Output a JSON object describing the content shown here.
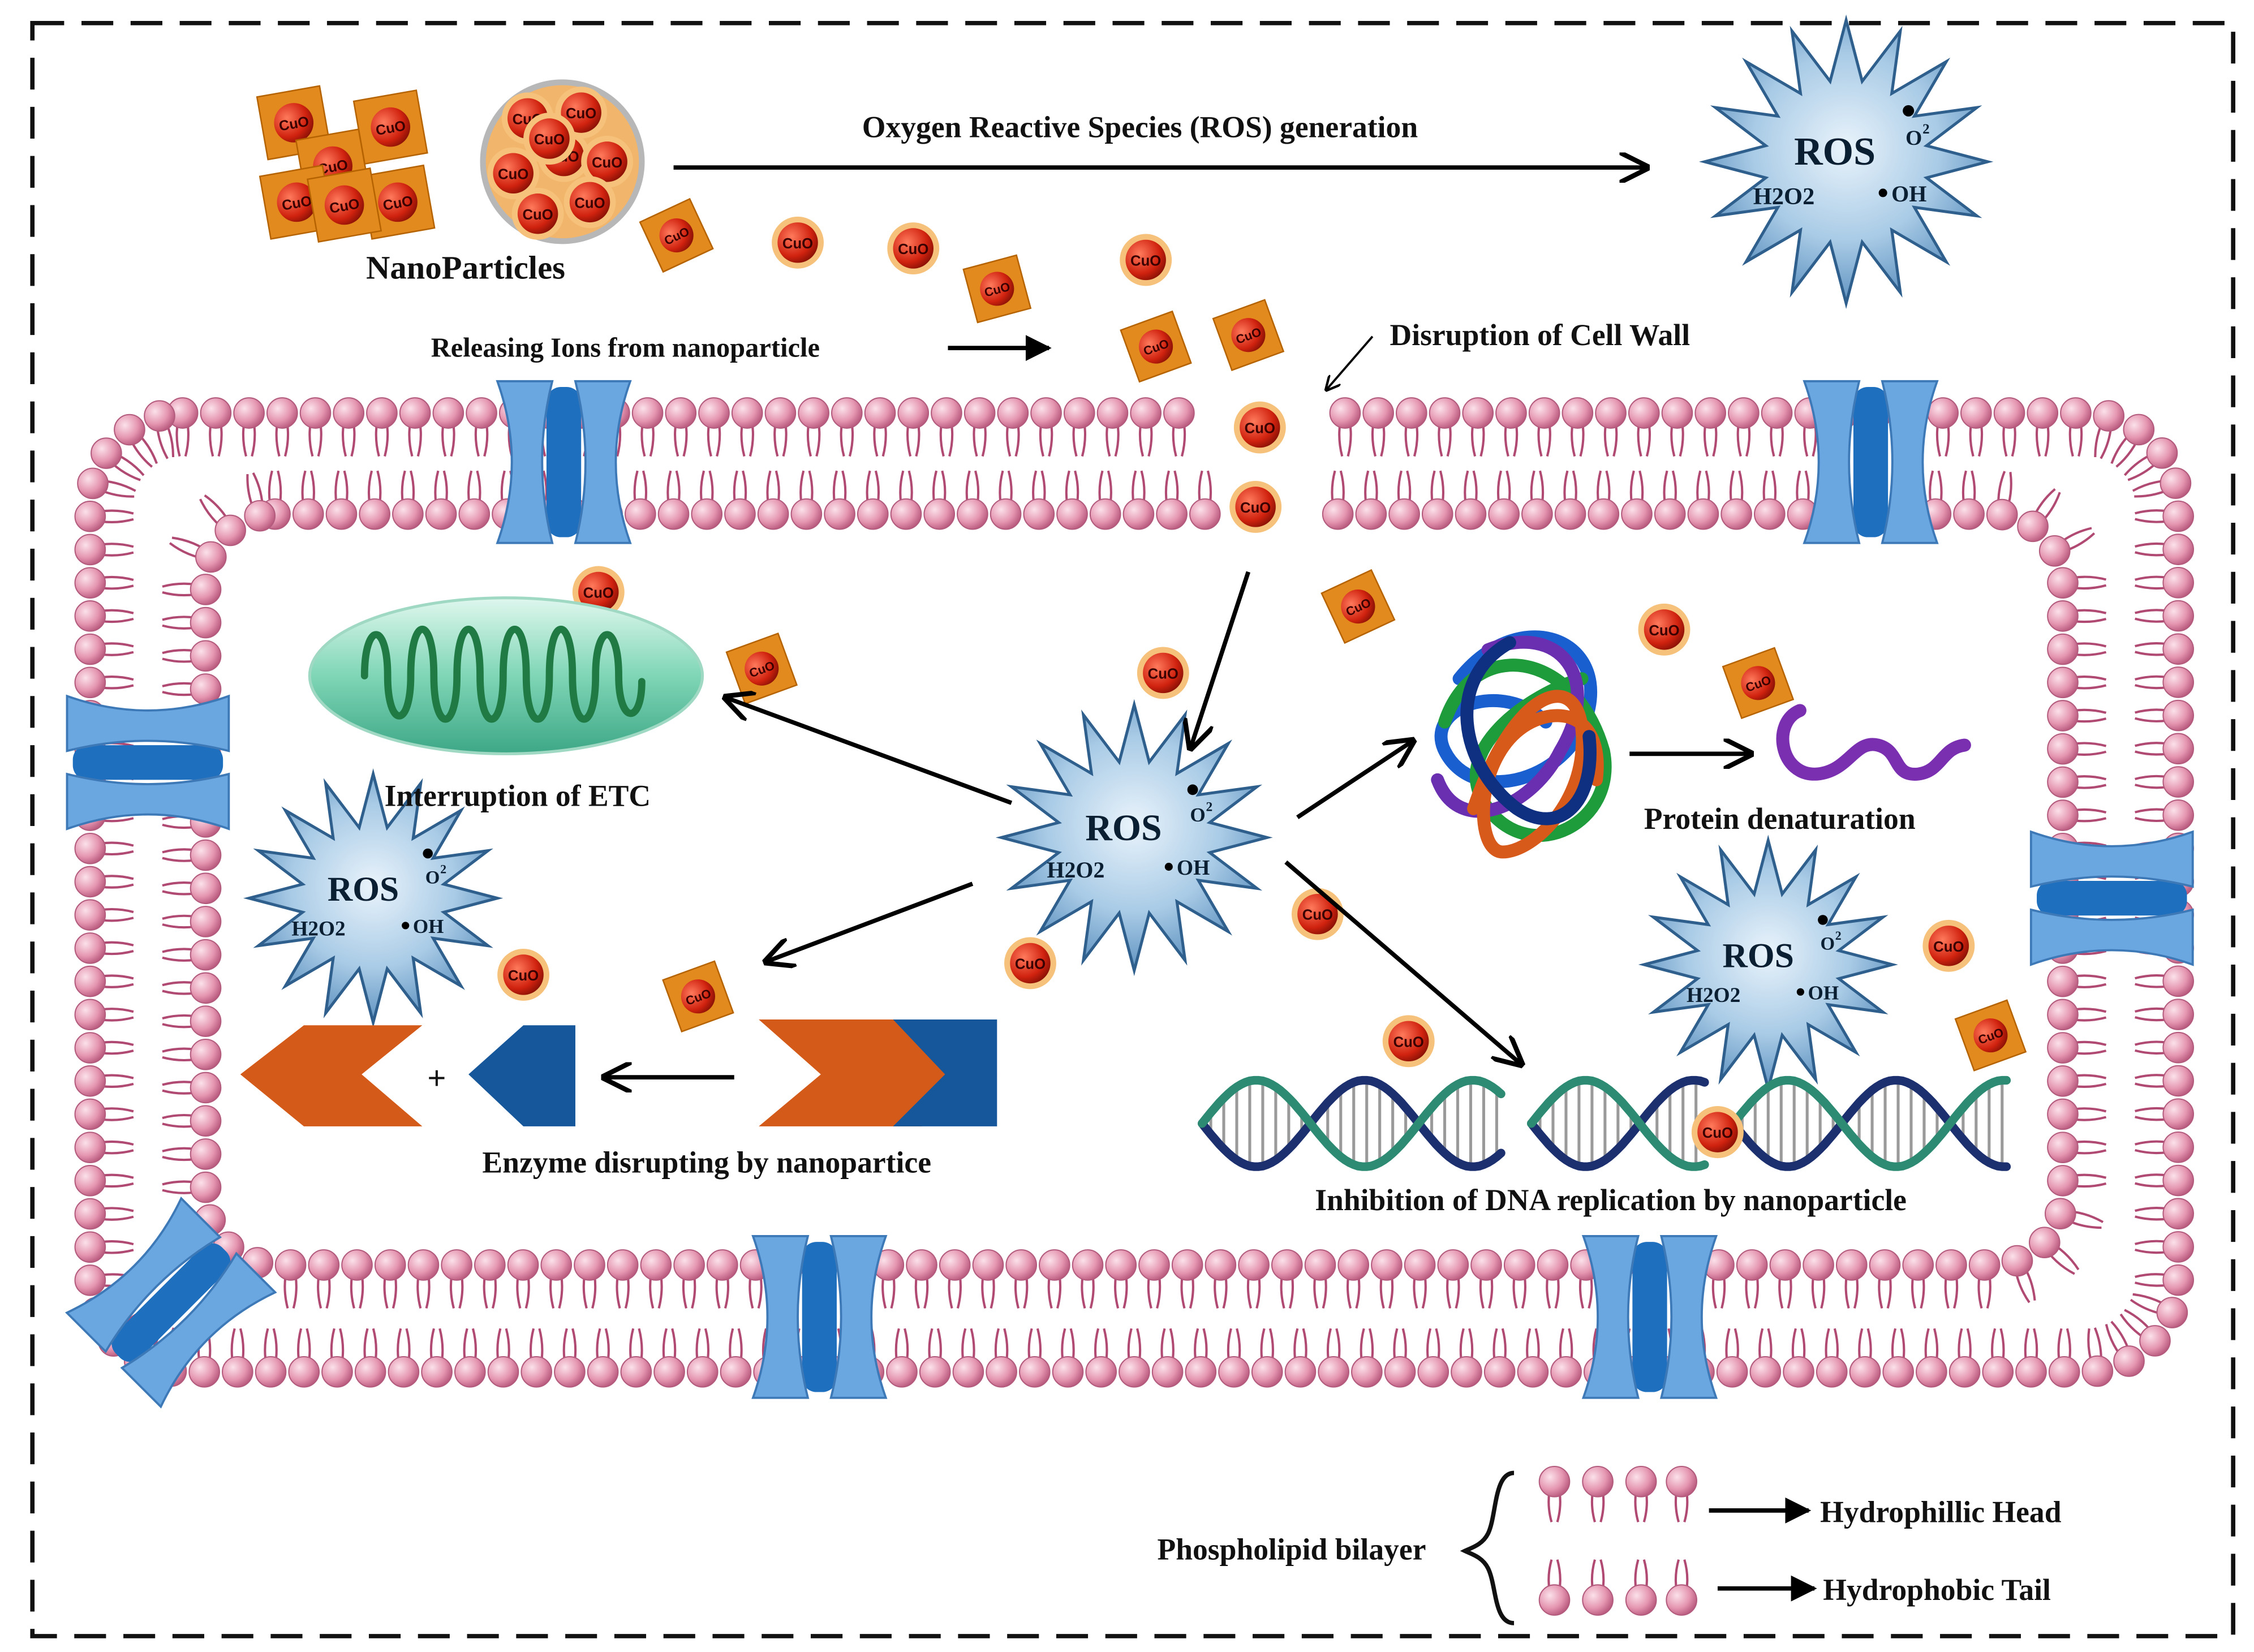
{
  "labels": {
    "nanoparticles": "NanoParticles",
    "ros_generation": "Oxygen Reactive Species (ROS) generation",
    "releasing_ions": "Releasing Ions from nanoparticle",
    "disruption_cell_wall": "Disruption of Cell Wall",
    "interruption_etc": "Interruption of ETC",
    "protein_denaturation": "Protein denaturation",
    "enzyme_disrupting": "Enzyme disrupting by nanopartice",
    "dna_inhibition": "Inhibition of DNA replication by nanoparticle",
    "enzyme_plus": "+"
  },
  "particle_label": "CuO",
  "ros_badge": {
    "title": "ROS",
    "o2": "O",
    "o2_sub": "2",
    "h2o2": "H2O2",
    "oh": "OH"
  },
  "legend": {
    "title": "Phospholipid bilayer",
    "head": "Hydrophillic Head",
    "tail": "Hydrophobic Tail"
  },
  "colors": {
    "lipid_head": "#d98aa6",
    "lipid_tail": "#b04a73",
    "channel_light": "#6aa6e0",
    "channel_dark": "#1f6fbf",
    "ros_fill": "#7fb0d6",
    "cuo_red": "#d0220f",
    "cuo_orange": "#e89a3c",
    "enzyme_orange": "#d35a18",
    "enzyme_blue": "#15579a",
    "mito_fill": "#7fd6b6",
    "mito_crista": "#1f7a44",
    "unfolded_protein": "#7a2fb0"
  }
}
